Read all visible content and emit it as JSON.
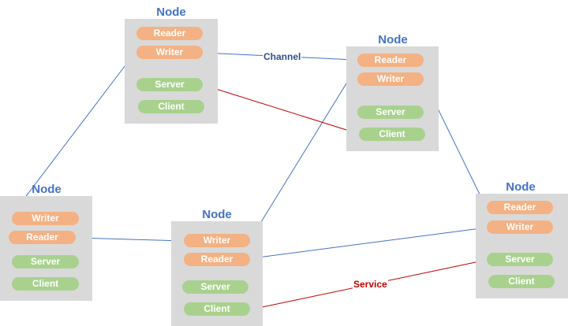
{
  "colors": {
    "node_bg": "#d9d9d9",
    "title": "#4472c4",
    "pub_sub": "#f4b183",
    "service": "#a9d18e",
    "channel_line": "#4472c4",
    "service_line": "#c00000"
  },
  "nodes": [
    {
      "title": "Node",
      "items": [
        "Reader",
        "Writer",
        "Server",
        "Client"
      ]
    },
    {
      "title": "Node",
      "items": [
        "Reader",
        "Writer",
        "Server",
        "Client"
      ]
    },
    {
      "title": "Node",
      "items": [
        "Writer",
        "Reader",
        "Server",
        "Client"
      ]
    },
    {
      "title": "Node",
      "items": [
        "Writer",
        "Reader",
        "Server",
        "Client"
      ]
    },
    {
      "title": "Node",
      "items": [
        "Reader",
        "Writer",
        "Server",
        "Client"
      ]
    }
  ],
  "labels": {
    "channel": "Channel",
    "service": "Service"
  }
}
